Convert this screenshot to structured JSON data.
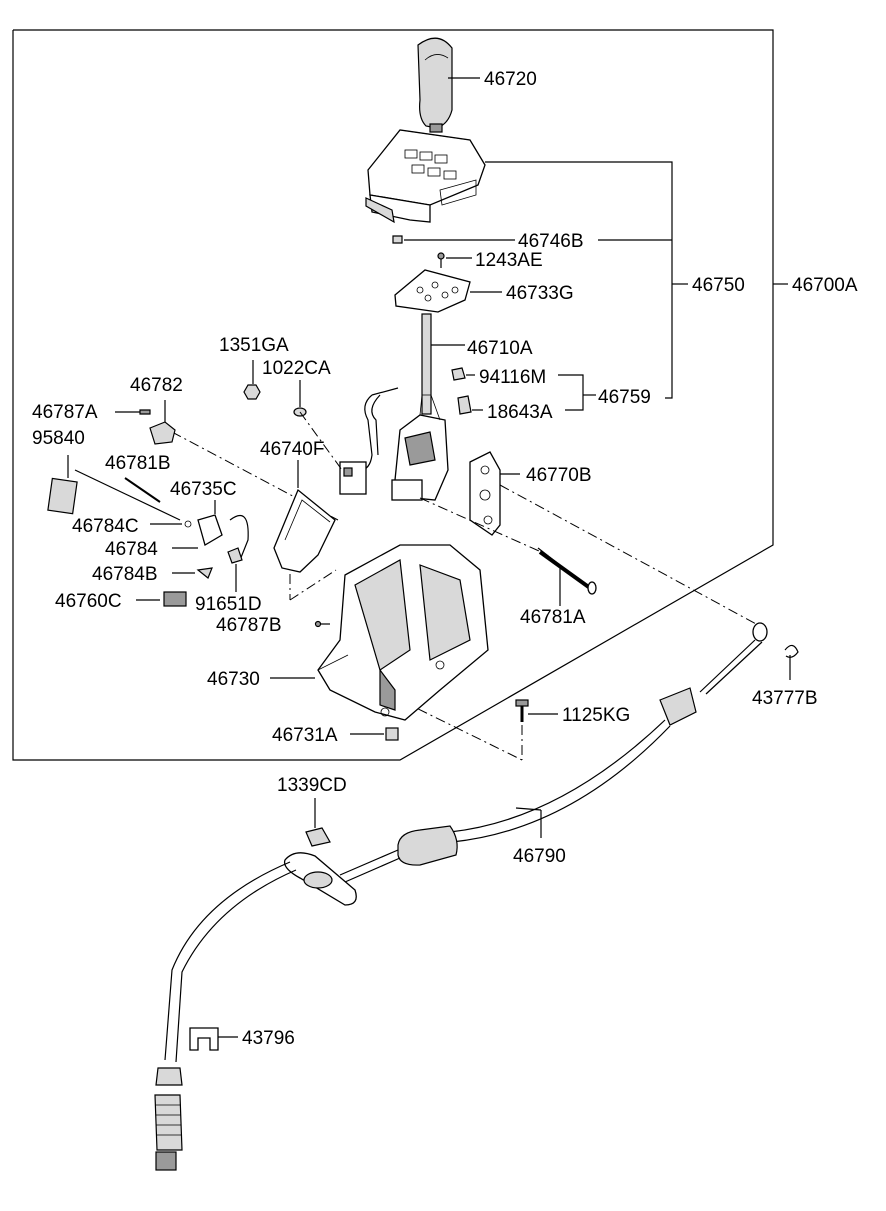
{
  "labels": {
    "l46720": "46720",
    "l46746B": "46746B",
    "l1243AE": "1243AE",
    "l46750": "46750",
    "l46700A": "46700A",
    "l46733G": "46733G",
    "l1351GA": "1351GA",
    "l46710A": "46710A",
    "l1022CA": "1022CA",
    "l94116M": "94116M",
    "l46782": "46782",
    "l46759": "46759",
    "l46787A": "46787A",
    "l18643A": "18643A",
    "l95840": "95840",
    "l46740F": "46740F",
    "l46770B": "46770B",
    "l46781B": "46781B",
    "l46735C": "46735C",
    "l46784C": "46784C",
    "l46784": "46784",
    "l46784B": "46784B",
    "l46760C": "46760C",
    "l91651D": "91651D",
    "l46781A": "46781A",
    "l46787B": "46787B",
    "l43777B": "43777B",
    "l46730": "46730",
    "l1125KG": "1125KG",
    "l46731A": "46731A",
    "l1339CD": "1339CD",
    "l46790": "46790",
    "l43796": "43796"
  }
}
